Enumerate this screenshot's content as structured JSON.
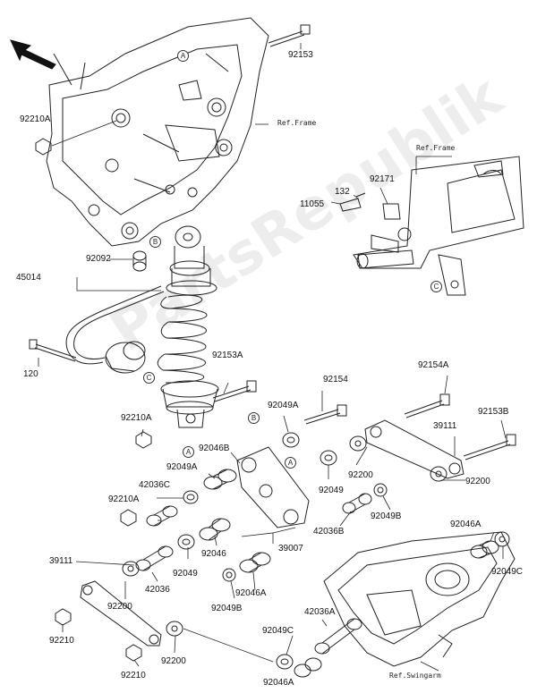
{
  "watermark": "PartsRepublik",
  "refs": {
    "frame_top": "Ref.Frame",
    "frame_right": "Ref.Frame",
    "swingarm": "Ref.Swingarm"
  },
  "markers": {
    "a": "A",
    "b": "B",
    "c": "C"
  },
  "parts": {
    "p92153": "92153",
    "p92210A_top": "92210A",
    "p45014": "45014",
    "p92092": "92092",
    "p92171": "92171",
    "p132": "132",
    "p11055": "11055",
    "p120": "120",
    "p92153A": "92153A",
    "p92154": "92154",
    "p92154A": "92154A",
    "p39111_right": "39111",
    "p92153B": "92153B",
    "p92210A_mid": "92210A",
    "p92049A_top": "92049A",
    "p92046B": "92046B",
    "p92049A_left": "92049A",
    "p92200_mid": "92200",
    "p92200_right": "92200",
    "p42036C": "42036C",
    "p92210A_low": "92210A",
    "p92049": "92049",
    "p42036B": "42036B",
    "p92049B_right": "92049B",
    "p39007": "39007",
    "p92046": "92046",
    "p92049_low": "92049",
    "p39111_left": "39111",
    "p42036": "42036",
    "p92046A_mid": "92046A",
    "p92049B_low": "92049B",
    "p92200_left": "92200",
    "p92210_a": "92210",
    "p92210_b": "92210",
    "p92200_bottom": "92200",
    "p92046A_right": "92046A",
    "p92049C_right": "92049C",
    "p42036A": "42036A",
    "p92049C_low": "92049C",
    "p92046A_bottom": "92046A"
  }
}
